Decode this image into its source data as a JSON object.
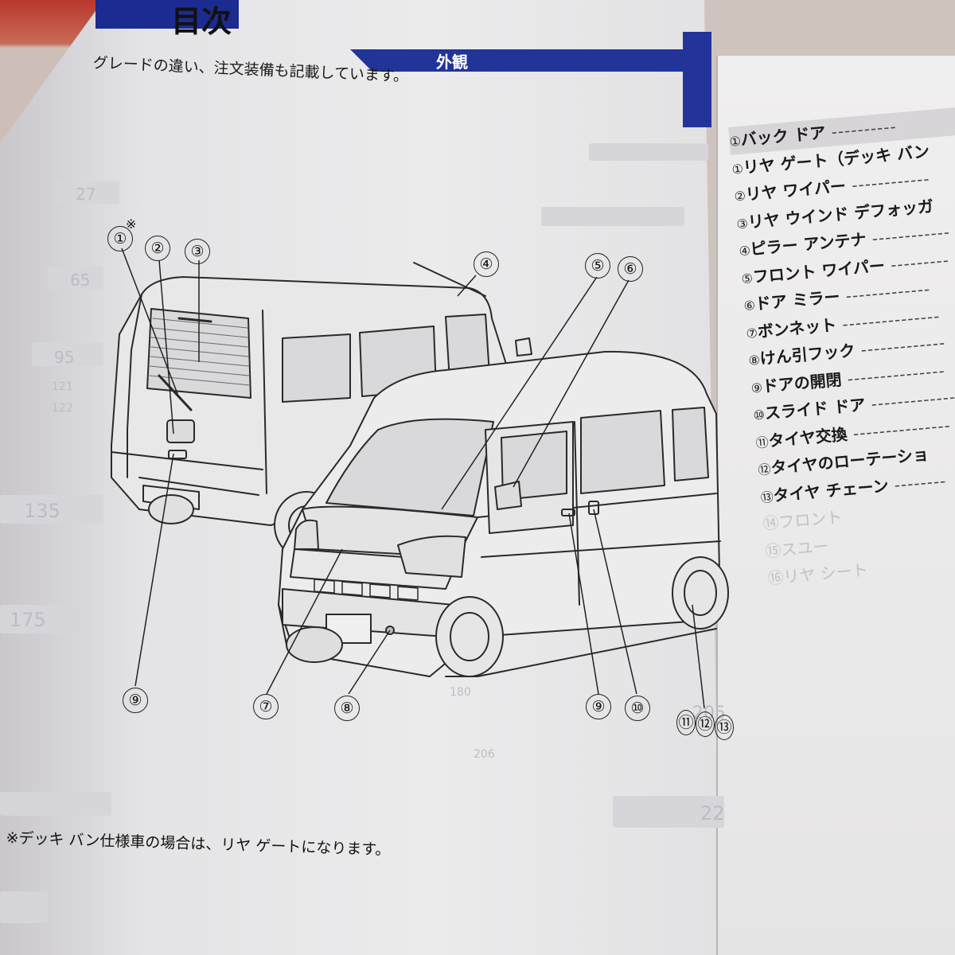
{
  "header": {
    "title": "目次",
    "section_label": "外観",
    "intro_text": "グレードの違い、注文装備も記載しています。",
    "asterisk": "※"
  },
  "callouts": [
    "①",
    "②",
    "③",
    "④",
    "⑤",
    "⑥",
    "⑦",
    "⑧",
    "⑨",
    "⑨",
    "⑩",
    "⑪",
    "⑫",
    "⑬"
  ],
  "toc": {
    "items": [
      {
        "num": "①",
        "label": "バック ドア"
      },
      {
        "num": "①",
        "label": "リヤ ゲート（デッキ バン"
      },
      {
        "num": "②",
        "label": "リヤ ワイパー"
      },
      {
        "num": "③",
        "label": "リヤ ウインド デフォッガ"
      },
      {
        "num": "④",
        "label": "ピラー アンテナ"
      },
      {
        "num": "⑤",
        "label": "フロント ワイパー"
      },
      {
        "num": "⑥",
        "label": "ドア ミラー"
      },
      {
        "num": "⑦",
        "label": "ボンネット"
      },
      {
        "num": "⑧",
        "label": "けん引フック"
      },
      {
        "num": "⑨",
        "label": "ドアの開閉"
      },
      {
        "num": "⑩",
        "label": "スライド ドア"
      },
      {
        "num": "⑪",
        "label": "タイヤ交換"
      },
      {
        "num": "⑫",
        "label": "タイヤのローテーショ"
      },
      {
        "num": "⑬",
        "label": "タイヤ チェーン"
      }
    ],
    "faded": [
      "⑭フロント",
      "⑮スユー",
      "⑯リヤ シート"
    ]
  },
  "footer_note": "※デッキ バン仕様車の場合は、リヤ ゲートになります。",
  "ghost_numbers": [
    "27",
    "65",
    "95",
    "121",
    "122",
    "135",
    "175",
    "180",
    "205",
    "206",
    "22"
  ],
  "colors": {
    "accent_band": "#233499",
    "title_bar": "#1b2b8f",
    "text": "#1a1a1a"
  }
}
